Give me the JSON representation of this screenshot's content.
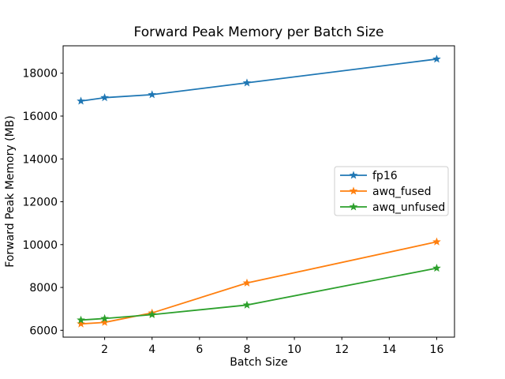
{
  "chart_data": {
    "type": "line",
    "title": "Forward Peak Memory per Batch Size",
    "xlabel": "Batch Size",
    "ylabel": "Forward Peak Memory (MB)",
    "x": [
      1,
      2,
      4,
      8,
      16
    ],
    "series": [
      {
        "name": "fp16",
        "color": "#1f77b4",
        "marker": "star",
        "values": [
          16700,
          16860,
          17000,
          17550,
          18660
        ]
      },
      {
        "name": "awq_fused",
        "color": "#ff7f0e",
        "marker": "star",
        "values": [
          6300,
          6370,
          6810,
          8210,
          10130
        ]
      },
      {
        "name": "awq_unfused",
        "color": "#2ca02c",
        "marker": "star",
        "values": [
          6480,
          6550,
          6730,
          7180,
          8900
        ]
      }
    ],
    "xlim": [
      0.25,
      16.75
    ],
    "ylim": [
      5680,
      19280
    ],
    "xticks": [
      2,
      4,
      6,
      8,
      10,
      12,
      14,
      16
    ],
    "yticks": [
      6000,
      8000,
      10000,
      12000,
      14000,
      16000,
      18000
    ],
    "grid": false,
    "background": "#ffffff",
    "spine_color": "#000000",
    "legend": {
      "position": "center-right",
      "labels": [
        "fp16",
        "awq_fused",
        "awq_unfused"
      ],
      "border_color": "#cccccc",
      "fill": "rgba(255,255,255,0.8)"
    }
  }
}
